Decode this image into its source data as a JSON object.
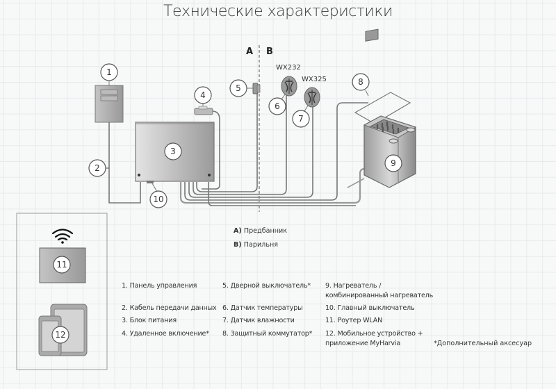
{
  "title": "Технические характеристики",
  "zones": {
    "a_letter": "A",
    "b_letter": "B",
    "a_prefix": "A)",
    "a_label": "Предбанник",
    "b_prefix": "B)",
    "b_label": "Парильня"
  },
  "sensor_models": {
    "temperature": "WX232",
    "humidity": "WX325"
  },
  "badges": [
    "1",
    "2",
    "3",
    "4",
    "5",
    "6",
    "7",
    "8",
    "9",
    "10",
    "11",
    "12"
  ],
  "legend": {
    "col1": [
      "1. Панель управления",
      "2. Кабель передачи данных",
      "3. Блок питания",
      "4. Удаленное включение*"
    ],
    "col2": [
      "5. Дверной выключатель*",
      "6. Датчик температуры",
      "7. Датчик влажности",
      "8. Защитный коммутатор*"
    ],
    "col3": [
      "9. Нагреватель /",
      "комбинированный нагреватель",
      "10. Главный выключатель",
      "11. Роутер WLAN",
      "12. Мобильное  устройство +",
      "приложение MyHarvia"
    ]
  },
  "footnote": "*Дополнительный аксесуар",
  "colors": {
    "line": "#777777",
    "device_fill": "#a9a9a9",
    "badge_fill": "#ffffff",
    "grid": "#e8eaec",
    "background": "#f7f8f8"
  }
}
